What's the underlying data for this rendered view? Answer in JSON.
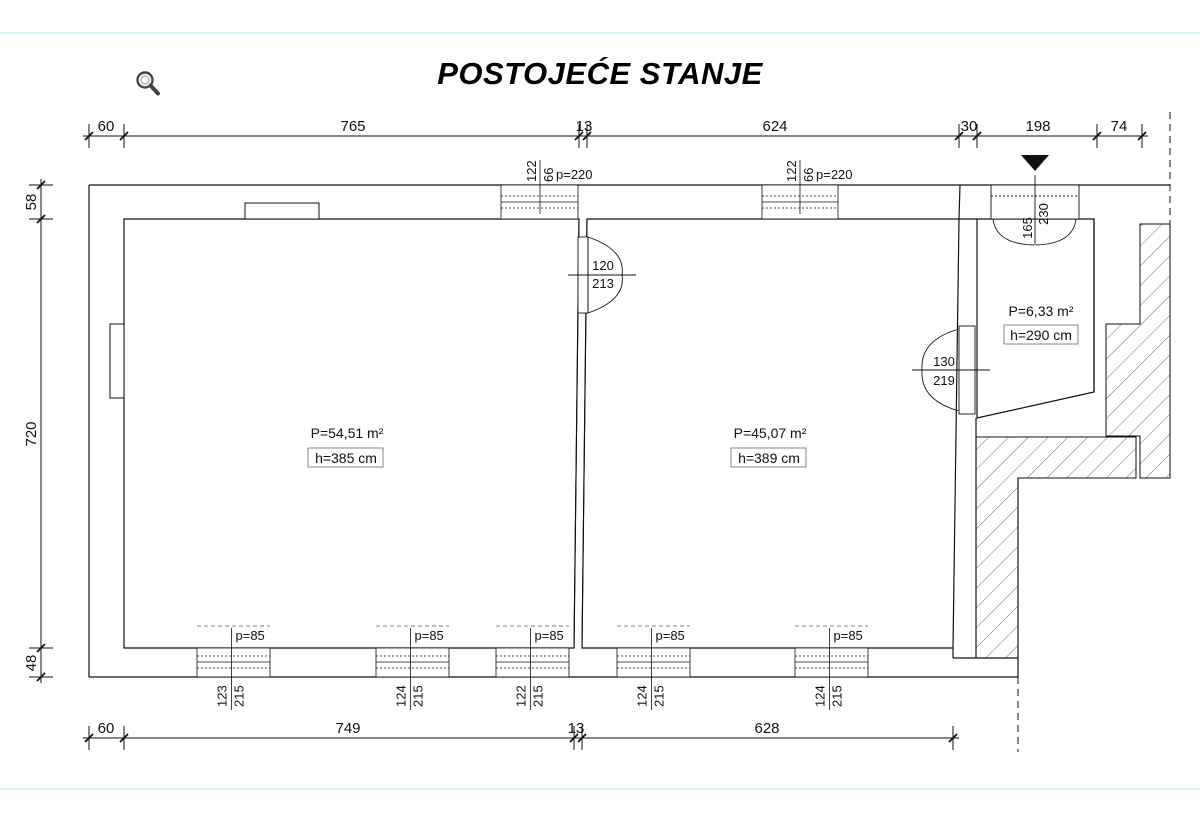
{
  "title": "POSTOJEĆE STANJE",
  "icons": {
    "zoom": "magnifier-icon"
  },
  "colors": {
    "line": "#111111",
    "guide": "#9fe6f2",
    "hatch": "#444444"
  },
  "dimensions": {
    "top": [
      "60",
      "765",
      "13",
      "624",
      "30",
      "198",
      "74"
    ],
    "bottom": [
      "60",
      "749",
      "13",
      "628"
    ],
    "left": [
      "58",
      "720",
      "48"
    ]
  },
  "rooms": [
    {
      "area": "P=54,51 m²",
      "height": "h=385 cm"
    },
    {
      "area": "P=45,07 m²",
      "height": "h=389 cm"
    },
    {
      "area": "P=6,33 m²",
      "height": "h=290 cm"
    }
  ],
  "top_windows": [
    {
      "w": "122",
      "h": "66",
      "p": "p=220"
    },
    {
      "w": "122",
      "h": "66",
      "p": "p=220"
    }
  ],
  "doors": [
    {
      "w": "120",
      "h": "213"
    },
    {
      "w": "130",
      "h": "219"
    },
    {
      "w": "165",
      "h": "230"
    }
  ],
  "bottom_windows": [
    {
      "p": "p=85",
      "w": "123",
      "h": "215"
    },
    {
      "p": "p=85",
      "w": "124",
      "h": "215"
    },
    {
      "p": "p=85",
      "w": "122",
      "h": "215"
    },
    {
      "p": "p=85",
      "w": "124",
      "h": "215"
    },
    {
      "p": "p=85",
      "w": "124",
      "h": "215"
    }
  ]
}
